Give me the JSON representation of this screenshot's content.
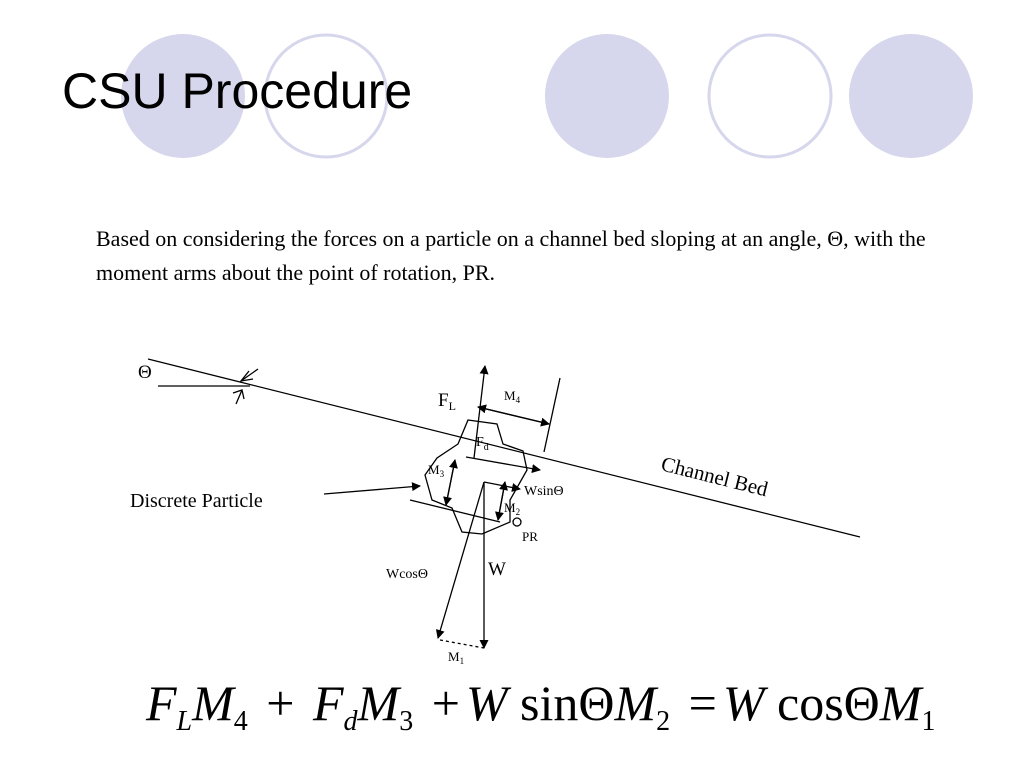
{
  "slide": {
    "title": "CSU Procedure",
    "description": "Based on considering the forces on a particle on a channel bed sloping at an angle, Θ, with the moment arms about the point of rotation, PR.",
    "colors": {
      "circle_fill": "#d6d6ec",
      "circle_stroke": "#d6d6ec",
      "background": "#ffffff",
      "text": "#000000"
    }
  },
  "diagram": {
    "theta": "Θ",
    "fl": "F",
    "fl_sub": "L",
    "m4": "M",
    "m4_sub": "4",
    "fd": "F",
    "fd_sub": "d",
    "m3": "M",
    "m3_sub": "3",
    "wsin": "WsinΘ",
    "m2": "M",
    "m2_sub": "2",
    "pr": "PR",
    "w": "W",
    "wcos": "WcosΘ",
    "m1": "M",
    "m1_sub": "1",
    "channel_bed": "Channel Bed",
    "discrete_particle": "Discrete Particle"
  },
  "equation": {
    "t1_var": "F",
    "t1_sub": "L",
    "t1_m": "M",
    "t1_msub": "4",
    "plus1": "+",
    "t2_var": "F",
    "t2_sub": "d",
    "t2_m": "M",
    "t2_msub": "3",
    "plus2": "+",
    "t3_w": "W",
    "t3_fn": "sinΘ",
    "t3_m": "M",
    "t3_msub": "2",
    "equals": "=",
    "t4_w": "W",
    "t4_fn": "cosΘ",
    "t4_m": "M",
    "t4_msub": "1"
  }
}
